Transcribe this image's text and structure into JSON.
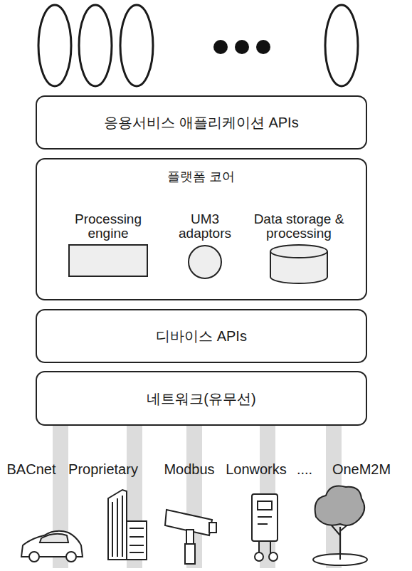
{
  "diagram": {
    "nodes": [
      {
        "text": [
          "응용서비스 애플리케이션 APIs"
        ]
      },
      {
        "text": [
          "플랫폼 코어"
        ]
      },
      {
        "text": [
          "Processing engine"
        ],
        "in": 1
      },
      {
        "text": [
          "UM3 adaptors"
        ],
        "in": 1
      },
      {
        "text": [
          "Data storage & processing"
        ],
        "in": 1
      },
      {
        "text": [
          "디바이스 APIs"
        ]
      },
      {
        "text": [
          "네트워크(유무선)"
        ]
      }
    ],
    "labels": [
      "BACnet",
      "Proprietary",
      "Modbus",
      "Lonworks",
      "....",
      "OneM2M"
    ]
  }
}
